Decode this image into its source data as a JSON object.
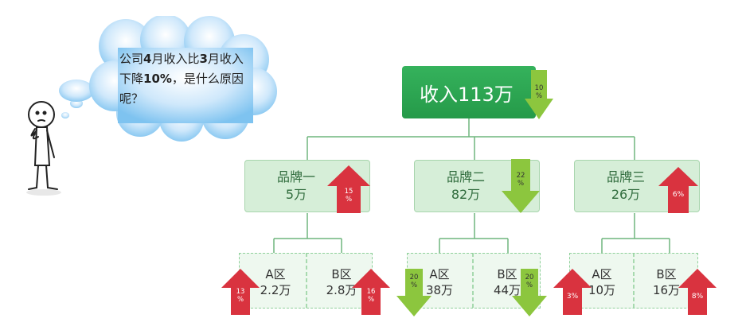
{
  "question": {
    "line1_a": "公司",
    "line1_b": "4",
    "line1_c": "月收入比",
    "line1_d": "3",
    "line1_e": "月收入",
    "line2_a": "下降",
    "line2_b": "10%",
    "line2_c": "，是什么原因",
    "line3": "呢？"
  },
  "root": {
    "label": "收入113万",
    "change_num": "10",
    "change_pct": "%",
    "direction": "down"
  },
  "brands": [
    {
      "name": "品牌一",
      "value": "5万",
      "change_num": "15",
      "change_pct": "%",
      "direction": "up",
      "regions": [
        {
          "name": "A区",
          "value": "2.2万",
          "change_num": "13",
          "change_pct": "%",
          "direction": "up"
        },
        {
          "name": "B区",
          "value": "2.8万",
          "change_num": "16",
          "change_pct": "%",
          "direction": "up"
        }
      ]
    },
    {
      "name": "品牌二",
      "value": "82万",
      "change_num": "22",
      "change_pct": "%",
      "direction": "down",
      "regions": [
        {
          "name": "A区",
          "value": "38万",
          "change_num": "20",
          "change_pct": "%",
          "direction": "down"
        },
        {
          "name": "B区",
          "value": "44万",
          "change_num": "20",
          "change_pct": "%",
          "direction": "down"
        }
      ]
    },
    {
      "name": "品牌三",
      "value": "26万",
      "change": "6%",
      "direction": "up",
      "regions": [
        {
          "name": "A区",
          "value": "10万",
          "change": "3%",
          "direction": "up"
        },
        {
          "name": "B区",
          "value": "16万",
          "change": "8%",
          "direction": "up"
        }
      ]
    }
  ],
  "colors": {
    "up": "#d9333f",
    "down": "#8cc63e",
    "root": "#2ea653",
    "brand_bg": "#d6eed8",
    "line": "#6fb67d"
  }
}
